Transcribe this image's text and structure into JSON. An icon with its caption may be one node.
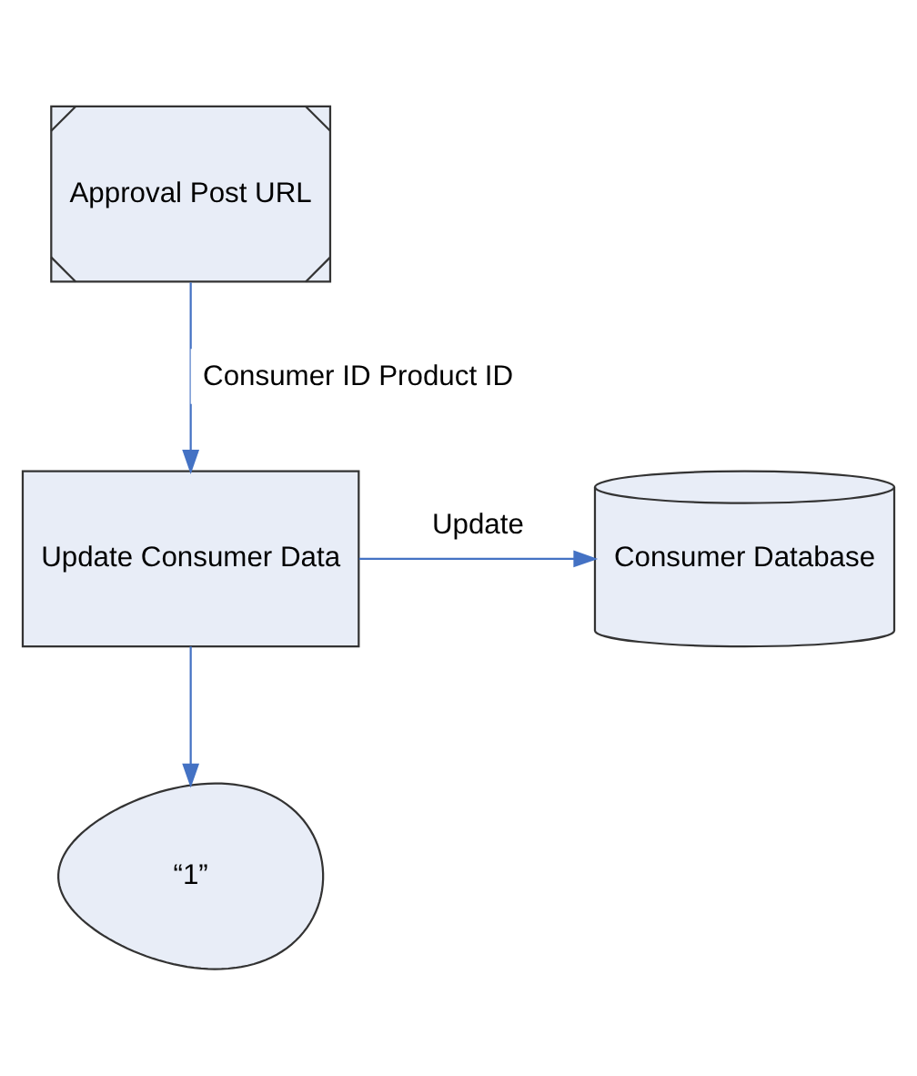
{
  "diagram": {
    "nodes": [
      {
        "text": [
          "Approval Post URL"
        ]
      },
      {
        "text": [
          "Update Consumer Data"
        ]
      },
      {
        "text": [
          "Consumer Database"
        ]
      },
      {
        "text": [
          "“1”"
        ]
      }
    ],
    "edges": [
      {
        "from": 0,
        "to": 1,
        "arrow": "to",
        "label": "Consumer ID Product ID"
      },
      {
        "from": 1,
        "to": 2,
        "arrow": "to",
        "label": "Update"
      },
      {
        "from": 1,
        "to": 3,
        "arrow": "to"
      }
    ]
  }
}
